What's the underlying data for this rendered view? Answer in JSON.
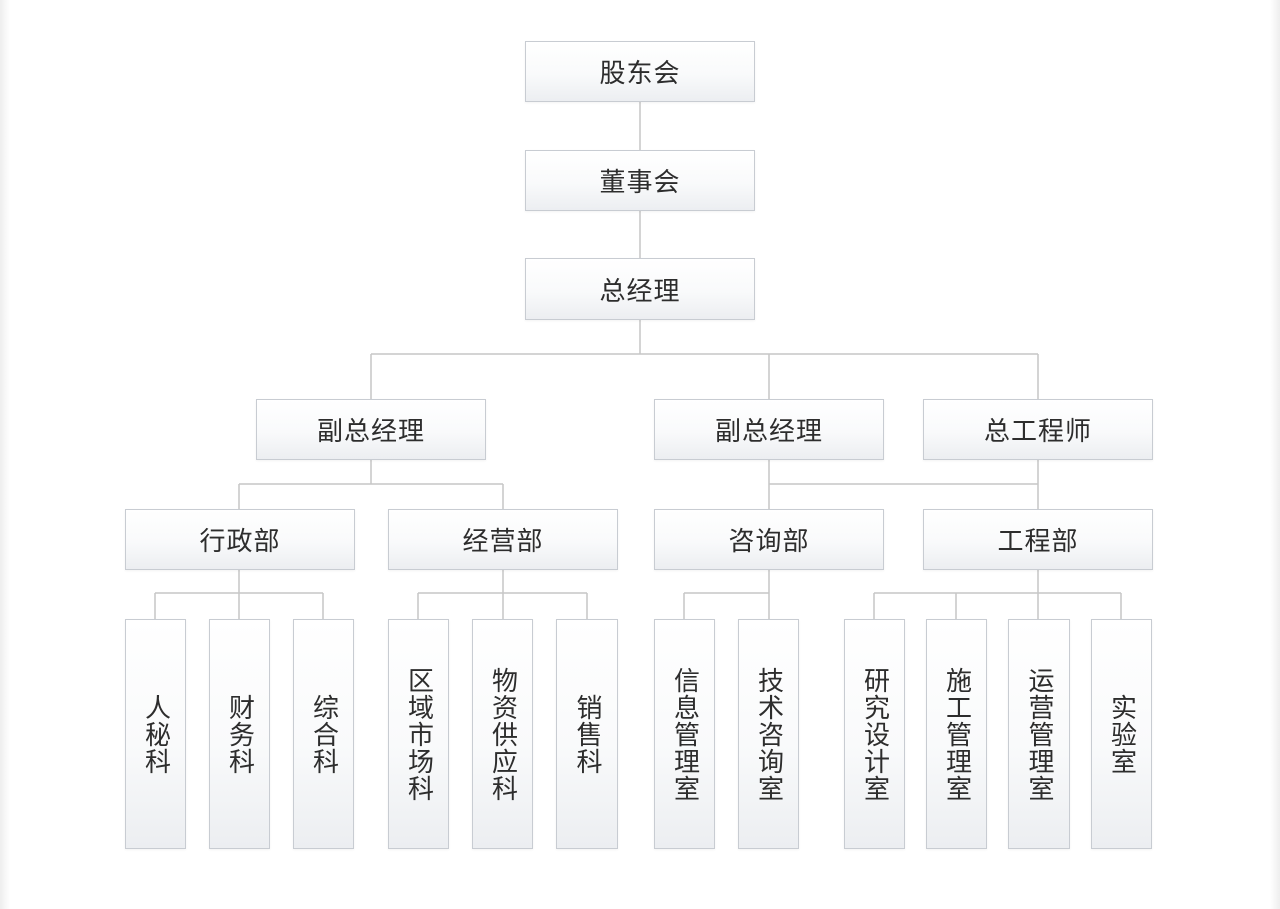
{
  "org_chart": {
    "top": {
      "shareholders": "股东会",
      "board": "董事会",
      "gm": "总经理"
    },
    "level2": {
      "vp1": "副总经理",
      "vp2": "副总经理",
      "chief_engineer": "总工程师"
    },
    "departments": {
      "admin": "行政部",
      "operations": "经营部",
      "consulting": "咨询部",
      "engineering": "工程部"
    },
    "sections": {
      "admin": [
        "人秘科",
        "财务科",
        "综合科"
      ],
      "operations": [
        "区域市场科",
        "物资供应科",
        "销售科"
      ],
      "consulting": [
        "信息管理室",
        "技术咨询室"
      ],
      "engineering": [
        "研究设计室",
        "施工管理室",
        "运营管理室",
        "实验室"
      ]
    }
  }
}
